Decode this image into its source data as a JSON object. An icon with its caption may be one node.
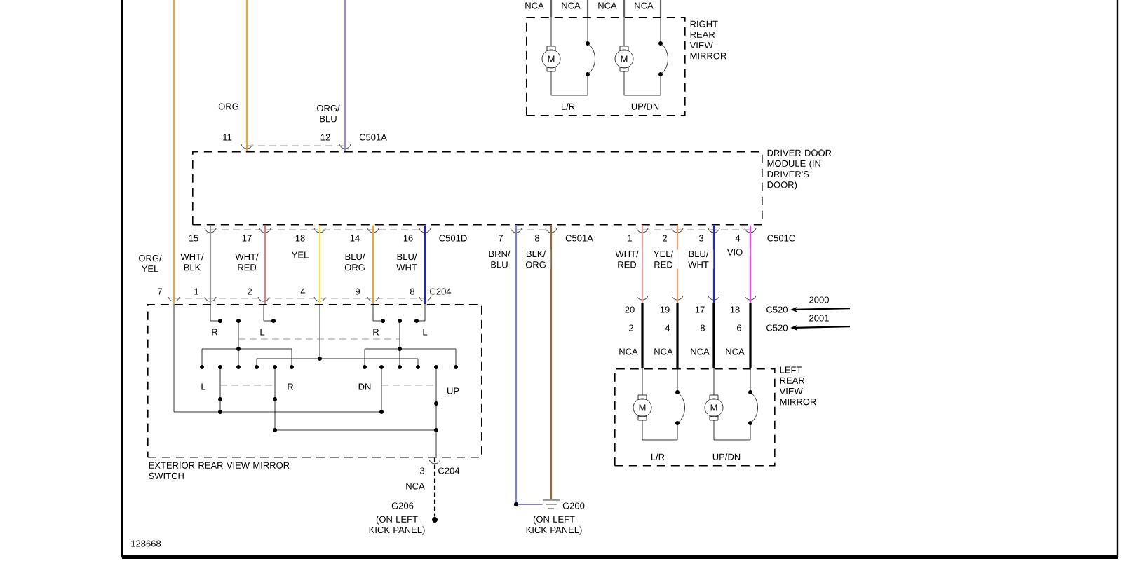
{
  "diagram": {
    "nodes": [
      {
        "text": [
          "RIGHT REAR VIEW MIRROR"
        ]
      },
      {
        "text": [
          "DRIVER DOOR MODULE (IN DRIVER'S DOOR)"
        ]
      },
      {
        "text": [
          "EXTERIOR REAR VIEW MIRROR SWITCH"
        ]
      },
      {
        "text": [
          "LEFT REAR VIEW MIRROR"
        ]
      },
      {
        "text": [
          "G206",
          "(ON LEFT KICK PANEL)"
        ]
      },
      {
        "text": [
          "G200",
          "(ON LEFT KICK PANEL)"
        ]
      },
      {
        "text": [
          "2000"
        ]
      },
      {
        "text": [
          "2001"
        ]
      },
      {
        "text": [
          "C520"
        ]
      },
      {
        "text": [
          "C520"
        ]
      }
    ],
    "edges": [
      {
        "from": null,
        "to": 0,
        "arrow": "none",
        "label": "NCA",
        "color": "#666666"
      },
      {
        "from": null,
        "to": 0,
        "arrow": "none",
        "label": "NCA",
        "color": "#666666"
      },
      {
        "from": null,
        "to": 0,
        "arrow": "none",
        "label": "NCA",
        "color": "#666666"
      },
      {
        "from": null,
        "to": 0,
        "arrow": "none",
        "label": "NCA",
        "color": "#666666"
      },
      {
        "from": null,
        "to": 1,
        "arrow": "none",
        "label": "ORG",
        "color": "#f7a13a"
      },
      {
        "from": null,
        "to": 1,
        "arrow": "none",
        "label": "ORG/ BLU",
        "color": "#a08ccc"
      },
      {
        "from": null,
        "to": 2,
        "arrow": "none",
        "label": "ORG/ YEL",
        "color": "#f7a13a"
      },
      {
        "from": 1,
        "to": 2,
        "arrow": "none",
        "label": "WHT/ BLK",
        "color": "#999999"
      },
      {
        "from": 1,
        "to": 2,
        "arrow": "none",
        "label": "WHT/ RED",
        "color": "#e08080"
      },
      {
        "from": 1,
        "to": 2,
        "arrow": "none",
        "label": "YEL",
        "color": "#ffe640"
      },
      {
        "from": 1,
        "to": 2,
        "arrow": "none",
        "label": "BLU/ ORG",
        "color": "#f5a030"
      },
      {
        "from": 1,
        "to": 2,
        "arrow": "none",
        "label": "BLU/ WHT",
        "color": "#1a1aff"
      },
      {
        "from": 2,
        "to": 4,
        "arrow": "none",
        "label": "NCA",
        "style": "dashed",
        "color": "#000000"
      },
      {
        "from": 1,
        "to": 5,
        "arrow": "none",
        "label": "BRN/ BLU",
        "color": "#8080e0"
      },
      {
        "from": 1,
        "to": 5,
        "arrow": "none",
        "label": "BLK/ ORG",
        "color": "#a0652a"
      },
      {
        "from": 1,
        "to": 3,
        "arrow": "none",
        "label": "WHT/ RED",
        "color": "#f0a0a0"
      },
      {
        "from": 1,
        "to": 3,
        "arrow": "none",
        "label": "YEL/ RED",
        "color": "#f5a070"
      },
      {
        "from": 1,
        "to": 3,
        "arrow": "none",
        "label": "BLU/ WHT",
        "color": "#2020ff"
      },
      {
        "from": 1,
        "to": 3,
        "arrow": "none",
        "label": "VIO",
        "color": "#ff40ff"
      },
      {
        "from": 6,
        "to": 8,
        "arrow": "to",
        "color": "#000000"
      },
      {
        "from": 7,
        "to": 9,
        "arrow": "to",
        "color": "#000000"
      }
    ],
    "labels": [
      "M",
      "M",
      "L/R",
      "UP/DN",
      "11",
      "12",
      "C501A",
      "15",
      "17",
      "18",
      "14",
      "16",
      "C501D",
      "7",
      "8",
      "C501A",
      "1",
      "2",
      "3",
      "4",
      "C501C",
      "7",
      "1",
      "2",
      "4",
      "9",
      "8",
      "C204",
      "20",
      "19",
      "17",
      "18",
      "2",
      "4",
      "8",
      "6",
      "NCA",
      "NCA",
      "NCA",
      "NCA",
      "R",
      "L",
      "R",
      "L",
      "L",
      "R",
      "DN",
      "UP",
      "M",
      "M",
      "L/R",
      "UP/DN",
      "3",
      "C204",
      "128668"
    ]
  }
}
